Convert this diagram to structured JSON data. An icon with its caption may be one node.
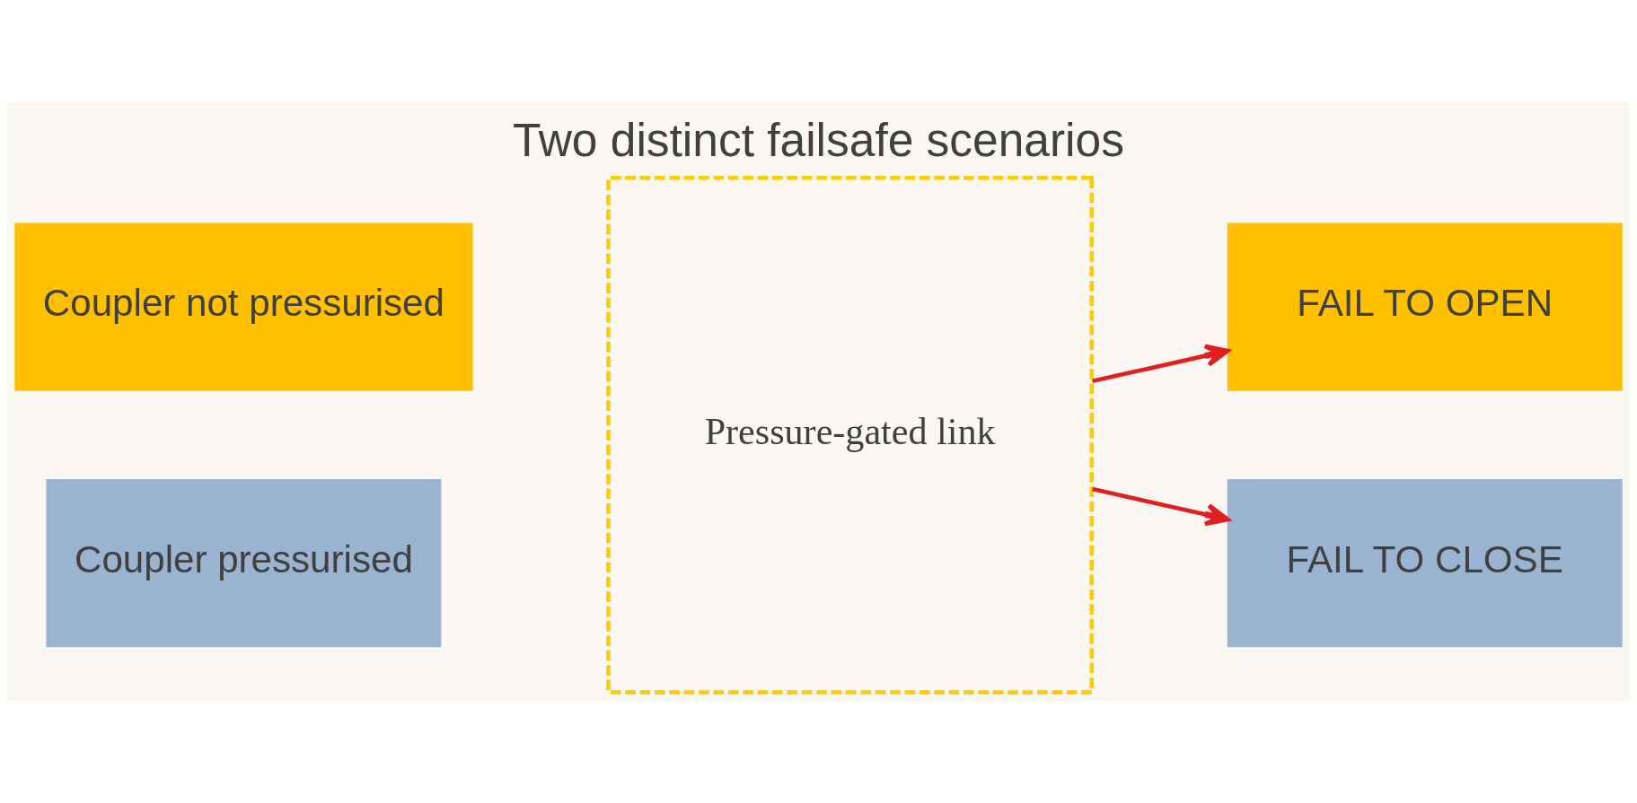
{
  "diagram": {
    "title": "Two distinct failsafe scenarios",
    "nodes": [
      {
        "text": [
          "Coupler not pressurised"
        ]
      },
      {
        "text": [
          "Coupler pressurised"
        ]
      },
      {
        "text": [
          "Pressure-gated link"
        ]
      },
      {
        "text": [
          "FAIL TO OPEN"
        ]
      },
      {
        "text": [
          "FAIL TO CLOSE"
        ]
      }
    ],
    "edges": [
      {
        "from": 2,
        "to": 3,
        "arrow": "to"
      },
      {
        "from": 2,
        "to": 4,
        "arrow": "to"
      }
    ]
  }
}
